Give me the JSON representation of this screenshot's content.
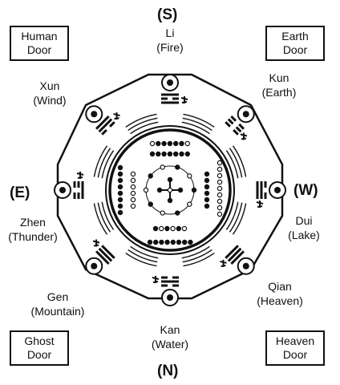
{
  "directions": {
    "south": "(S)",
    "north": "(N)",
    "east": "(E)",
    "west": "(W)"
  },
  "doors": {
    "human": [
      "Human",
      "Door"
    ],
    "earth": [
      "Earth",
      "Door"
    ],
    "ghost": [
      "Ghost",
      "Door"
    ],
    "heaven": [
      "Heaven",
      "Door"
    ]
  },
  "trigrams": {
    "li": [
      "Li",
      "(Fire)"
    ],
    "kun": [
      "Kun",
      "(Earth)"
    ],
    "xun": [
      "Xun",
      "(Wind)"
    ],
    "dui": [
      "Dui",
      "(Lake)"
    ],
    "zhen": [
      "Zhen",
      "(Thunder)"
    ],
    "qian": [
      "Qian",
      "(Heaven)"
    ],
    "gen": [
      "Gen",
      "(Mountain)"
    ],
    "kan": [
      "Kan",
      "(Water)"
    ]
  }
}
